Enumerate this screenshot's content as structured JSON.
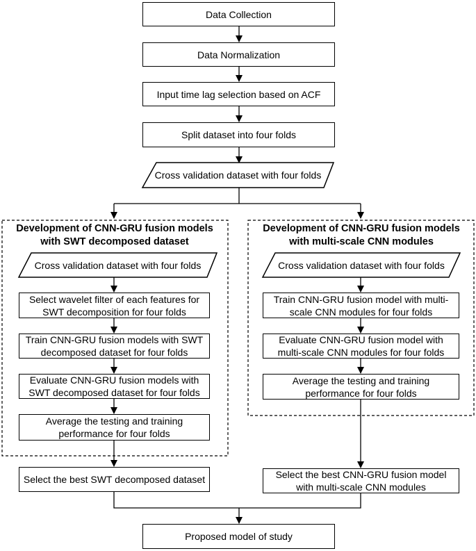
{
  "flow": {
    "data_collection": "Data Collection",
    "data_normalization": "Data Normalization",
    "lag_selection": "Input time lag selection based on ACF",
    "split_dataset": "Split dataset into four folds",
    "cv_dataset": "Cross validation dataset with four folds",
    "proposed_model": "Proposed model of study"
  },
  "left_group": {
    "title": "Development of CNN-GRU fusion models with SWT decomposed dataset",
    "cv_dataset": "Cross validation dataset with four folds",
    "select_wavelet": "Select wavelet filter of each features for SWT decomposition for four folds",
    "train": "Train CNN-GRU fusion models with SWT decomposed dataset for four folds",
    "evaluate": "Evaluate CNN-GRU fusion models with SWT decomposed dataset for four folds",
    "average": "Average the testing and training performance for four folds",
    "select_best": "Select the best SWT decomposed dataset"
  },
  "right_group": {
    "title": "Development of CNN-GRU fusion models with multi-scale CNN modules",
    "cv_dataset": "Cross validation dataset with four folds",
    "train": "Train CNN-GRU fusion model with multi-scale CNN modules for four folds",
    "evaluate": "Evaluate CNN-GRU fusion model with multi-scale CNN modules for four folds",
    "average": "Average the testing and training performance for four folds",
    "select_best": "Select the best CNN-GRU fusion model with multi-scale CNN modules"
  }
}
